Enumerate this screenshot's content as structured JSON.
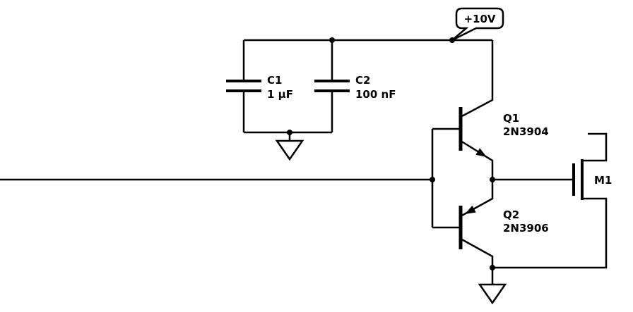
{
  "diagram": {
    "kind": "circuit-schematic",
    "supply": {
      "label": "+10V"
    },
    "components": {
      "c1": {
        "ref": "C1",
        "value": "1 µF"
      },
      "c2": {
        "ref": "C2",
        "value": "100 nF"
      },
      "q1": {
        "ref": "Q1",
        "part": "2N3904"
      },
      "q2": {
        "ref": "Q2",
        "part": "2N3906"
      },
      "m1": {
        "ref": "M1"
      }
    },
    "colors": {
      "wire": "#000000",
      "background": "#ffffff"
    }
  }
}
